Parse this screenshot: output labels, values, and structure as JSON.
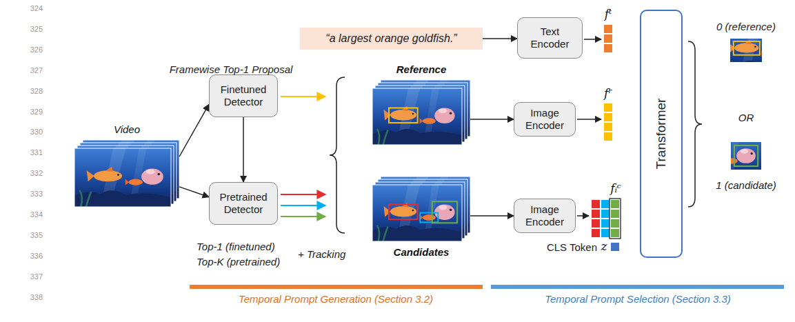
{
  "diagram": {
    "nodes": [
      {
        "text": [
          "“a largest orange goldfish.”"
        ]
      },
      {
        "text": [
          "Text Encoder"
        ]
      },
      {
        "text": [
          "Video"
        ]
      },
      {
        "text": [
          "Finetuned Detector"
        ]
      },
      {
        "text": [
          "Pretrained Detector"
        ]
      },
      {
        "text": [
          "Reference"
        ]
      },
      {
        "text": [
          "Candidates"
        ]
      },
      {
        "text": [
          "Image Encoder"
        ]
      },
      {
        "text": [
          "Image Encoder"
        ]
      },
      {
        "text": [
          "Transformer"
        ]
      }
    ],
    "edges": [
      {
        "from": 0,
        "to": 1,
        "arrow": "to"
      },
      {
        "from": 2,
        "to": 3,
        "arrow": "to"
      },
      {
        "from": 2,
        "to": 4,
        "arrow": "to"
      },
      {
        "from": 3,
        "to": 4,
        "arrow": "to"
      },
      {
        "from": 5,
        "to": 7,
        "arrow": "to"
      },
      {
        "from": 6,
        "to": 8,
        "arrow": "to"
      }
    ],
    "labels": [
      "324",
      "325",
      "326",
      "327",
      "328",
      "329",
      "330",
      "331",
      "332",
      "333",
      "334",
      "335",
      "336",
      "337",
      "338",
      "fᵗ",
      "Framewise Top-1 Proposal",
      "fʳ",
      "fᵢᶜ",
      "Top-1 (finetuned)",
      "Top-K (pretrained)",
      "+ Tracking",
      "CLS Token",
      "z",
      "0 (reference)",
      "OR",
      "1 (candidate)",
      "Temporal Prompt Generation (Section 3.2)",
      "Temporal Prompt Selection (Section 3.3)"
    ]
  }
}
